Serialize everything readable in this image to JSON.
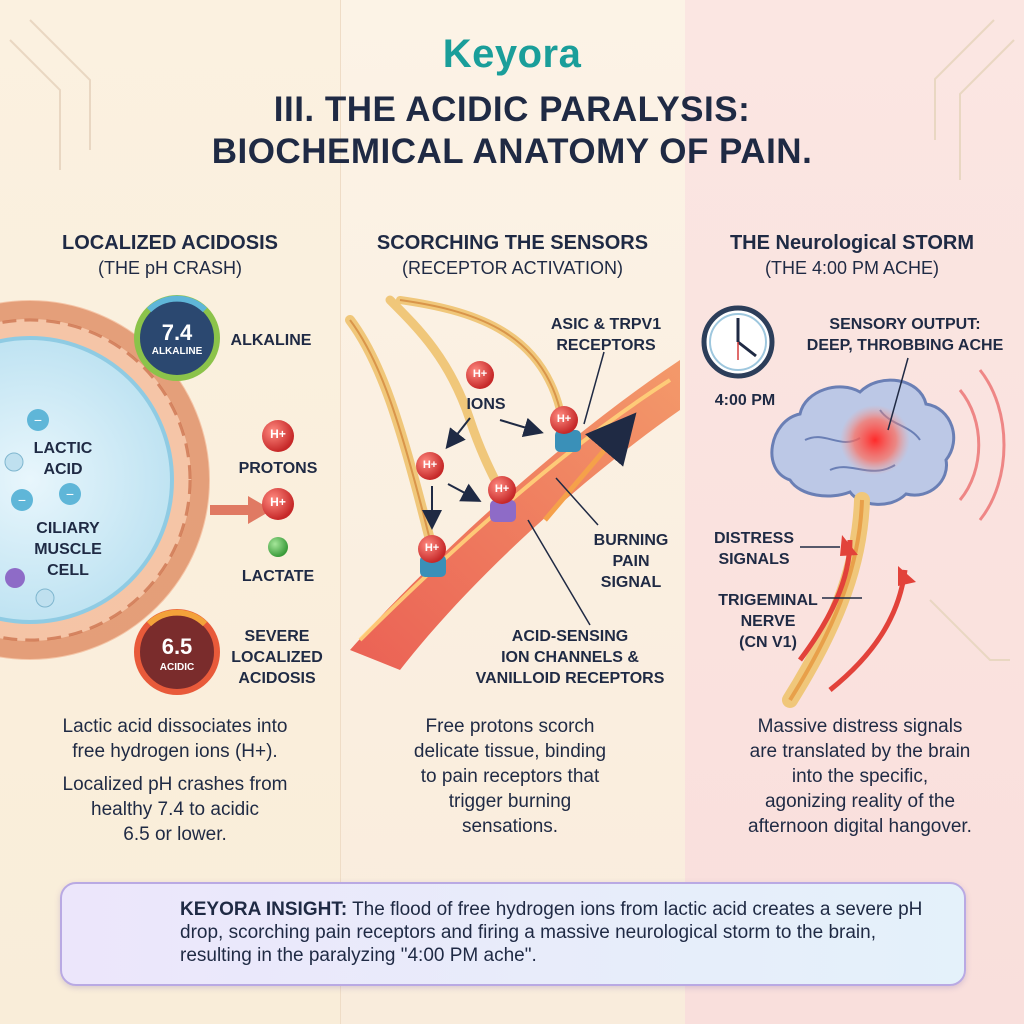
{
  "brand": {
    "logo_text": "Keyora"
  },
  "title": {
    "line1": "III. THE ACIDIC PARALYSIS:",
    "line2": "BIOCHEMICAL ANATOMY OF PAIN."
  },
  "columns": [
    {
      "heading": "LOCALIZED ACIDOSIS",
      "subheading": "(THE pH CRASH)",
      "gauge_top": {
        "value": "7.4",
        "caption": "ALKALINE"
      },
      "gauge_bottom": {
        "value": "6.5",
        "caption": "ACIDIC"
      },
      "labels": {
        "alkaline": "ALKALINE",
        "lactic_acid": [
          "LACTIC",
          "ACID"
        ],
        "ciliary": [
          "CILIARY",
          "MUSCLE",
          "CELL"
        ],
        "protons": "PROTONS",
        "lactate": "LACTATE",
        "severe": [
          "SEVERE",
          "LOCALIZED",
          "ACIDOSIS"
        ],
        "ion_symbol": "H+"
      },
      "body": [
        "Lactic acid dissociates into",
        "free hydrogen ions (H+).",
        "Localized pH crashes from",
        "healthy 7.4 to acidic",
        "6.5 or lower."
      ]
    },
    {
      "heading": "SCORCHING THE SENSORS",
      "subheading": "(RECEPTOR ACTIVATION)",
      "labels": {
        "asic": [
          "ASIC & TRPV1",
          "RECEPTORS"
        ],
        "ions": "IONS",
        "burning": [
          "BURNING",
          "PAIN",
          "SIGNAL"
        ],
        "channels": [
          "ACID-SENSING",
          "ION CHANNELS &",
          "VANILLOID RECEPTORS"
        ],
        "ion_symbol": "H+"
      },
      "body": [
        "Free protons scorch",
        "delicate tissue, binding",
        "to pain receptors that",
        "trigger burning",
        "sensations."
      ]
    },
    {
      "heading": "THE Neurological STORM",
      "subheading": "(THE 4:00 PM ACHE)",
      "labels": {
        "time": "4:00 PM",
        "sensory": [
          "SENSORY OUTPUT:",
          "DEEP, THROBBING ACHE"
        ],
        "distress": [
          "DISTRESS",
          "SIGNALS"
        ],
        "trigeminal": [
          "TRIGEMINAL",
          "NERVE",
          "(CN V1)"
        ]
      },
      "body": [
        "Massive distress signals",
        "are translated by the brain",
        "into the specific,",
        "agonizing reality of the",
        "afternoon digital hangover."
      ]
    }
  ],
  "insight": {
    "label": "KEYORA INSIGHT:",
    "text": "The flood of free hydrogen ions from lactic acid creates a severe pH drop, scorching pain receptors and firing a massive neurological storm to the brain, resulting in the paralyzing \"4:00 PM ache\"."
  },
  "colors": {
    "brand": "#1a9e9a",
    "title": "#1f2a44",
    "proton": "#d63a3a",
    "lactate": "#4caf50",
    "nerve_red": "#e2423a",
    "insight_border": "#b9a9e3"
  }
}
